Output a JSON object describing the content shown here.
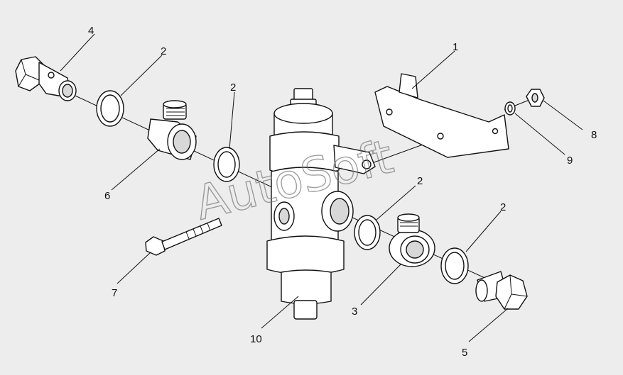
{
  "diagram": {
    "watermark": "AutoSoft",
    "callouts": [
      {
        "id": "c1",
        "text": "1"
      },
      {
        "id": "c2a",
        "text": "2"
      },
      {
        "id": "c2b",
        "text": "2"
      },
      {
        "id": "c2c",
        "text": "2"
      },
      {
        "id": "c2d",
        "text": "2"
      },
      {
        "id": "c3",
        "text": "3"
      },
      {
        "id": "c4",
        "text": "4"
      },
      {
        "id": "c5",
        "text": "5"
      },
      {
        "id": "c6",
        "text": "6"
      },
      {
        "id": "c7",
        "text": "7"
      },
      {
        "id": "c8",
        "text": "8"
      },
      {
        "id": "c9",
        "text": "9"
      },
      {
        "id": "c10",
        "text": "10"
      }
    ]
  }
}
